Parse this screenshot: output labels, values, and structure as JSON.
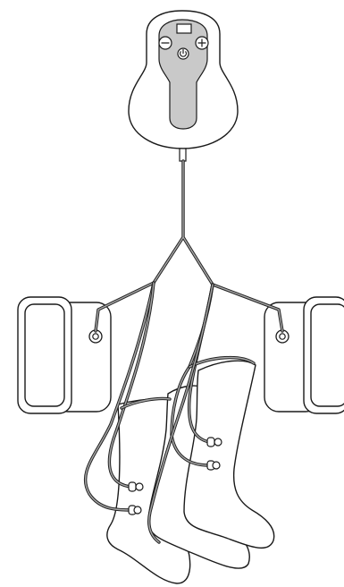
{
  "colors": {
    "outline": "#1a1a1a",
    "fill": "#ffffff",
    "panel_grey": "#c9c9c9",
    "cord_core": "#a8a8a8"
  },
  "icons": {
    "minus_button": "minus-icon",
    "plus_button": "plus-icon",
    "power_button": "power-icon"
  },
  "components": {
    "controller": "remote-controller",
    "electrode_pads": 2,
    "leg_sleeves": 2,
    "cable_branches": 6
  }
}
